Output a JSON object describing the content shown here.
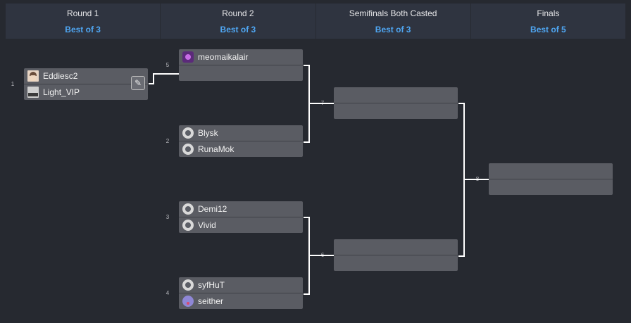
{
  "header": {
    "columns": [
      {
        "title": "Round 1",
        "format": "Best of 3"
      },
      {
        "title": "Round 2",
        "format": "Best of 3"
      },
      {
        "title": "Semifinals Both Casted",
        "format": "Best of 3"
      },
      {
        "title": "Finals",
        "format": "Best of 5"
      }
    ]
  },
  "matches": {
    "m1": {
      "number": "1",
      "top": "Eddiesc2",
      "bottom": "Light_VIP"
    },
    "m5": {
      "number": "5",
      "top": "meomaikalair",
      "bottom": ""
    },
    "m2": {
      "number": "2",
      "top": "Blysk",
      "bottom": "RunaMok"
    },
    "m3": {
      "number": "3",
      "top": "Demi12",
      "bottom": "Vivid"
    },
    "m4": {
      "number": "4",
      "top": "syfHuT",
      "bottom": "seither"
    },
    "m7": {
      "number": "7",
      "top": "",
      "bottom": ""
    },
    "m6": {
      "number": "6",
      "top": "",
      "bottom": ""
    },
    "m8": {
      "number": "8",
      "top": "",
      "bottom": ""
    }
  },
  "icons": {
    "edit": "edit-icon",
    "default_avatar": "bot-avatar-icon"
  },
  "colors": {
    "background": "#262930",
    "header": "#2f3440",
    "match_box": "#5a5c63",
    "format_text": "#4fa6f2",
    "connector": "#ffffff"
  }
}
